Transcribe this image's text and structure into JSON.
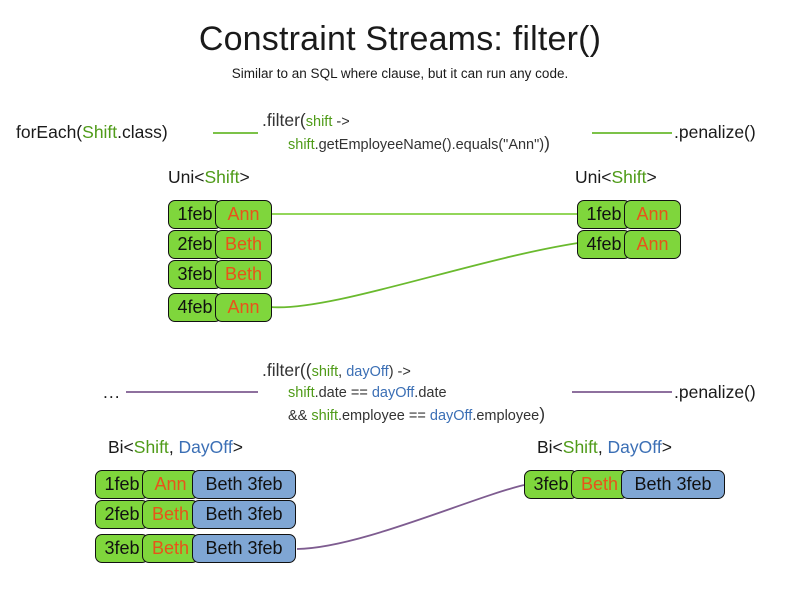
{
  "slide": {
    "title": "Constraint Streams: filter()",
    "subtitle": "Similar to an SQL where clause, but it can run any code."
  },
  "colors": {
    "green_fill": "#7fd63c",
    "blue_fill": "#7fa6d4",
    "green_text": "#4f9b18",
    "blue_text": "#3b6fb5",
    "name_text": "#e8531a",
    "green_wire": "#6aba2e",
    "purple_wire": "#7e5c90"
  },
  "row1": {
    "source_label": {
      "prefix": "forEach(",
      "type": "Shift",
      "suffix": ".class)"
    },
    "filter": {
      "line1_pre": ".filter(",
      "line1_var": "shift",
      "line1_post": " ->",
      "line2_var": "shift",
      "line2_body": ".getEmployeeName().equals(\"Ann\")",
      "line2_close": ")"
    },
    "sink_label": ".penalize()",
    "left_stream_label": {
      "prefix": "Uni<",
      "type": "Shift",
      "suffix": ">"
    },
    "right_stream_label": {
      "prefix": "Uni<",
      "type": "Shift",
      "suffix": ">"
    },
    "left_tuples": [
      {
        "date": "1feb",
        "name": "Ann"
      },
      {
        "date": "2feb",
        "name": "Beth"
      },
      {
        "date": "3feb",
        "name": "Beth"
      },
      {
        "date": "4feb",
        "name": "Ann"
      }
    ],
    "right_tuples": [
      {
        "date": "1feb",
        "name": "Ann"
      },
      {
        "date": "4feb",
        "name": "Ann"
      }
    ]
  },
  "row2": {
    "source_label": "...",
    "filter": {
      "line1_pre": ".filter((",
      "line1_var1": "shift",
      "line1_comma": ", ",
      "line1_var2": "dayOff",
      "line1_post": ") ->",
      "line2_var1": "shift",
      "line2_mid": ".date == ",
      "line2_var2": "dayOff",
      "line2_end": ".date",
      "line3_amp": "&& ",
      "line3_var1": "shift",
      "line3_mid": ".employee == ",
      "line3_var2": "dayOff",
      "line3_end": ".employee",
      "line3_close": ")"
    },
    "sink_label": ".penalize()",
    "left_stream_label": {
      "prefix": "Bi<",
      "type1": "Shift",
      "comma": ", ",
      "type2": "DayOff",
      "suffix": ">"
    },
    "right_stream_label": {
      "prefix": "Bi<",
      "type1": "Shift",
      "comma": ", ",
      "type2": "DayOff",
      "suffix": ">"
    },
    "left_tuples": [
      {
        "date": "1feb",
        "name": "Ann",
        "pair": "Beth 3feb"
      },
      {
        "date": "2feb",
        "name": "Beth",
        "pair": "Beth 3feb"
      },
      {
        "date": "3feb",
        "name": "Beth",
        "pair": "Beth 3feb"
      }
    ],
    "right_tuples": [
      {
        "date": "3feb",
        "name": "Beth",
        "pair": "Beth 3feb"
      }
    ]
  }
}
